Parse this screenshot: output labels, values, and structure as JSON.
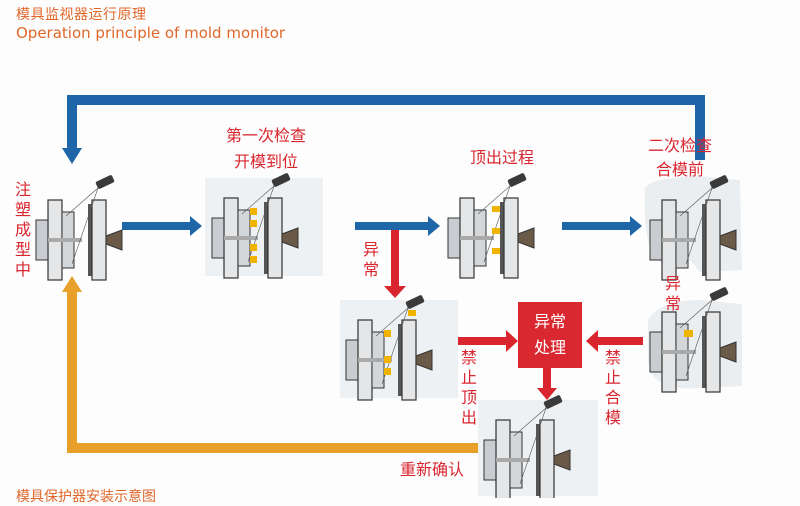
{
  "header": {
    "title_cn": "模具监视器运行原理",
    "title_en": "Operation principle of mold monitor"
  },
  "footer": {
    "caption_cn": "模具保护器安装示意图"
  },
  "colors": {
    "blue_arrow": "#1f66a8",
    "red_arrow": "#d9262e",
    "orange_arrow": "#e8a02a",
    "label_red": "#d9262e",
    "title_orange": "#e0672a"
  },
  "stages": {
    "molding": {
      "label": "注塑成型中"
    },
    "first_check": {
      "line1": "第一次检查",
      "line2": "开模到位"
    },
    "ejection": {
      "label": "顶出过程"
    },
    "second_check": {
      "line1": "二次检查",
      "line2": "合模前"
    },
    "abnormal_eject": {
      "label": "异常"
    },
    "abnormal_close": {
      "label": "异常"
    },
    "handling": {
      "line1": "异常",
      "line2": "处理"
    },
    "forbid_eject": {
      "label": "禁止顶出"
    },
    "forbid_close": {
      "label": "禁止合模"
    },
    "reconfirm": {
      "label": "重新确认"
    }
  }
}
